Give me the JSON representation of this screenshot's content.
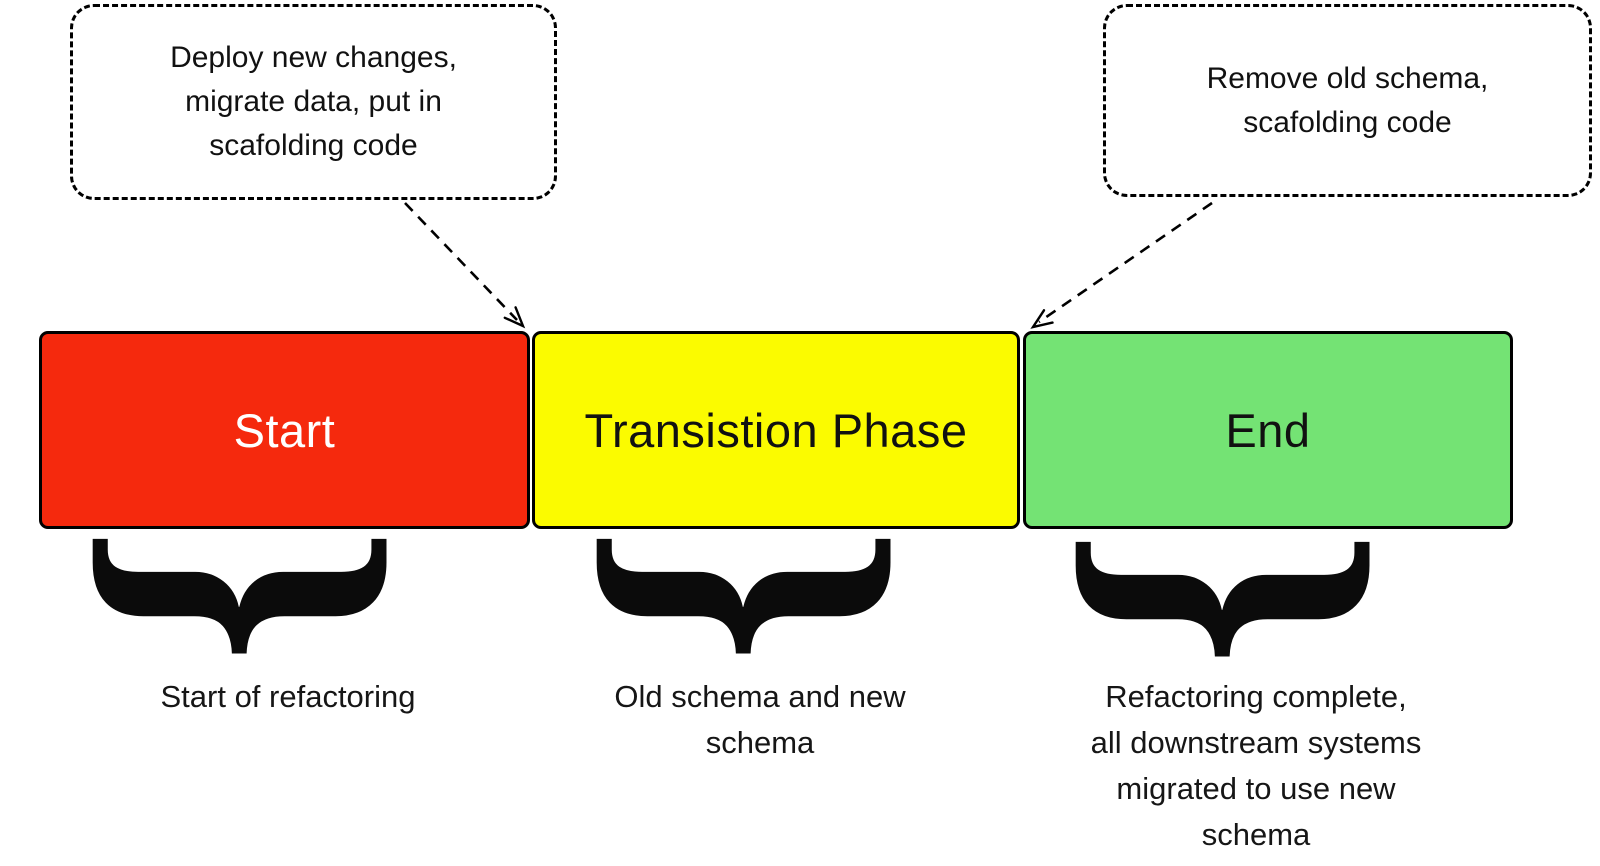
{
  "diagram": {
    "background": "#ffffff",
    "stroke": "#000000"
  },
  "callouts": [
    {
      "text": "Deploy new changes,\nmigrate data, put in\nscafolding code"
    },
    {
      "text": "Remove old schema,\nscafolding code"
    }
  ],
  "phases": [
    {
      "label": "Start",
      "fill": "#f5290d",
      "label_color": "#ffffff",
      "caption": "Start of refactoring"
    },
    {
      "label": "Transistion Phase",
      "fill": "#fbfb00",
      "label_color": "#111111",
      "caption": "Old schema and new\nschema"
    },
    {
      "label": "End",
      "fill": "#74e374",
      "label_color": "#111111",
      "caption": "Refactoring complete,\nall downstream systems\nmigrated to use new\nschema"
    }
  ],
  "brace": {
    "glyph": "{",
    "color": "#0b0b0b"
  }
}
